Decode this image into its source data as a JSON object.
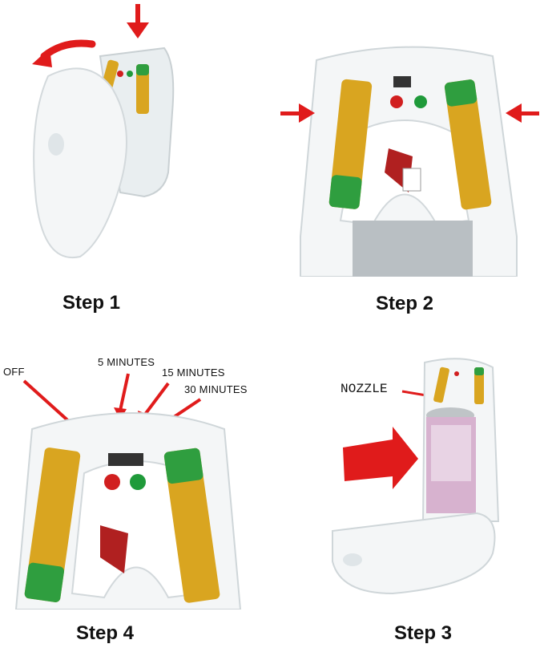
{
  "steps": [
    {
      "label": "Step 1"
    },
    {
      "label": "Step 2"
    },
    {
      "label": "Step 4"
    },
    {
      "label": "Step 3"
    }
  ],
  "callouts": {
    "off": "OFF",
    "five_minutes": "5 MINUTES",
    "fifteen_minutes": "15 MINUTES",
    "thirty_minutes": "30 MINUTES",
    "nozzle": "NOZZLE"
  },
  "colors": {
    "arrow": "#e01b1b",
    "battery_gold": "#d9a520",
    "battery_green": "#2f9e3f",
    "led_red": "#d11f1f",
    "led_green": "#1f9a3a",
    "housing": "#f4f6f7",
    "can_pink": "#d7b2cf"
  }
}
